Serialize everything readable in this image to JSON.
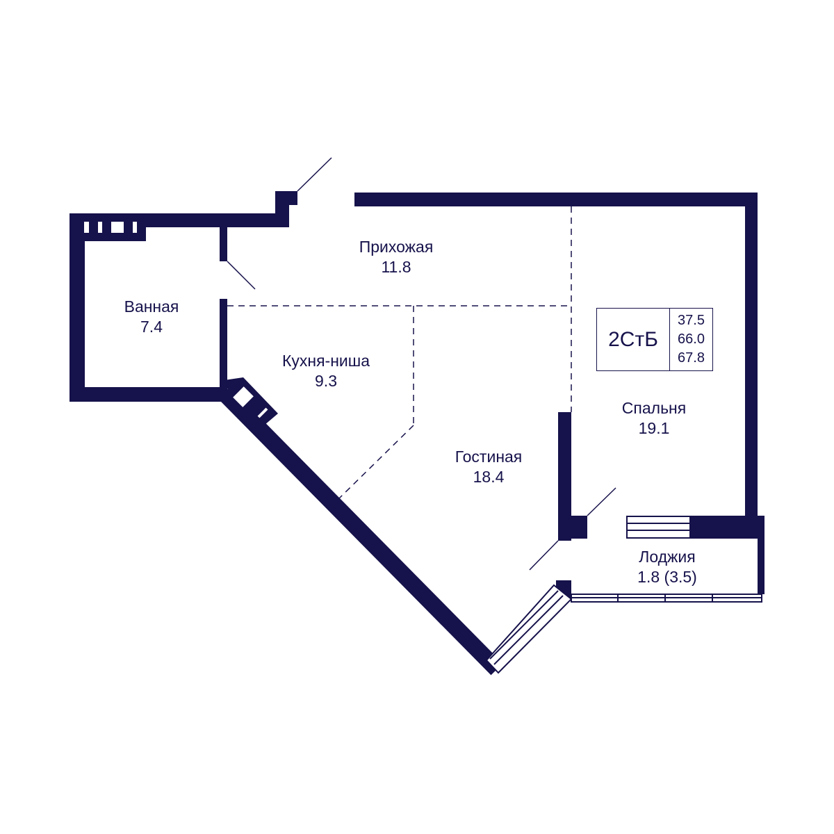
{
  "colors": {
    "wall": "#16124b",
    "background": "#ffffff"
  },
  "rooms": [
    {
      "name": "Прихожая",
      "area": "11.8"
    },
    {
      "name": "Ванная",
      "area": "7.4"
    },
    {
      "name": "Кухня-ниша",
      "area": "9.3"
    },
    {
      "name": "Гостиная",
      "area": "18.4"
    },
    {
      "name": "Спальня",
      "area": "19.1"
    },
    {
      "name": "Лоджия",
      "area": "1.8 (3.5)"
    }
  ],
  "info": {
    "type": "2СтБ",
    "areas": [
      "37.5",
      "66.0",
      "67.8"
    ]
  }
}
